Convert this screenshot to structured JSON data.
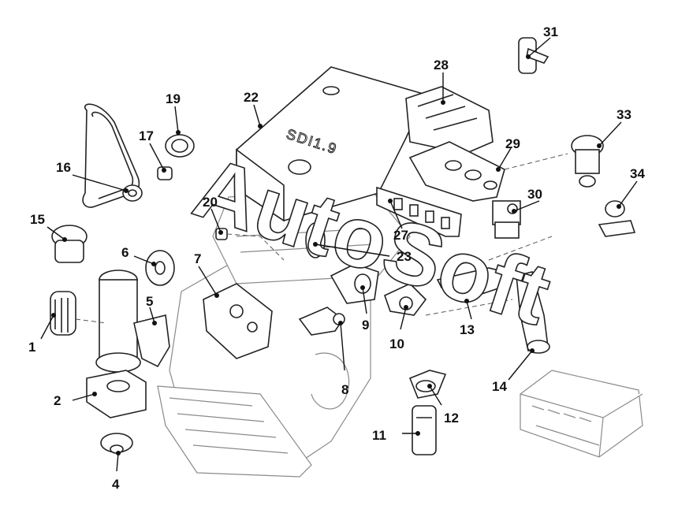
{
  "diagram": {
    "cover_label": "SDI1.9",
    "watermark": "AutoSoft",
    "parts": [
      {
        "number": "1",
        "icon": "fuel-filter-element-icon"
      },
      {
        "number": "2",
        "icon": "filter-housing-base-icon"
      },
      {
        "number": "4",
        "icon": "rubber-mount-icon"
      },
      {
        "number": "5",
        "icon": "bracket-icon"
      },
      {
        "number": "6",
        "icon": "pulley-icon"
      },
      {
        "number": "7",
        "icon": "injection-pump-icon"
      },
      {
        "number": "8",
        "icon": "valve-icon"
      },
      {
        "number": "9",
        "icon": "thermostat-housing-icon"
      },
      {
        "number": "10",
        "icon": "flange-icon"
      },
      {
        "number": "11",
        "icon": "filter-icon"
      },
      {
        "number": "12",
        "icon": "clamp-bracket-icon"
      },
      {
        "number": "13",
        "icon": "bracket-icon"
      },
      {
        "number": "14",
        "icon": "air-intake-hose-icon"
      },
      {
        "number": "15",
        "icon": "cap-icon"
      },
      {
        "number": "16",
        "icon": "tensioner-roller-icon"
      },
      {
        "number": "17",
        "icon": "bush-icon"
      },
      {
        "number": "19",
        "icon": "grommet-icon"
      },
      {
        "number": "20",
        "icon": "connector-icon"
      },
      {
        "number": "22",
        "icon": "engine-cover-icon"
      },
      {
        "number": "23",
        "icon": "gasket-ring-icon"
      },
      {
        "number": "27",
        "icon": "manifold-gasket-icon"
      },
      {
        "number": "28",
        "icon": "intake-manifold-icon"
      },
      {
        "number": "29",
        "icon": "exhaust-manifold-icon"
      },
      {
        "number": "30",
        "icon": "egr-valve-icon"
      },
      {
        "number": "31",
        "icon": "sensor-icon"
      },
      {
        "number": "33",
        "icon": "egr-valve-icon"
      },
      {
        "number": "34",
        "icon": "elbow-flange-icon"
      }
    ]
  }
}
